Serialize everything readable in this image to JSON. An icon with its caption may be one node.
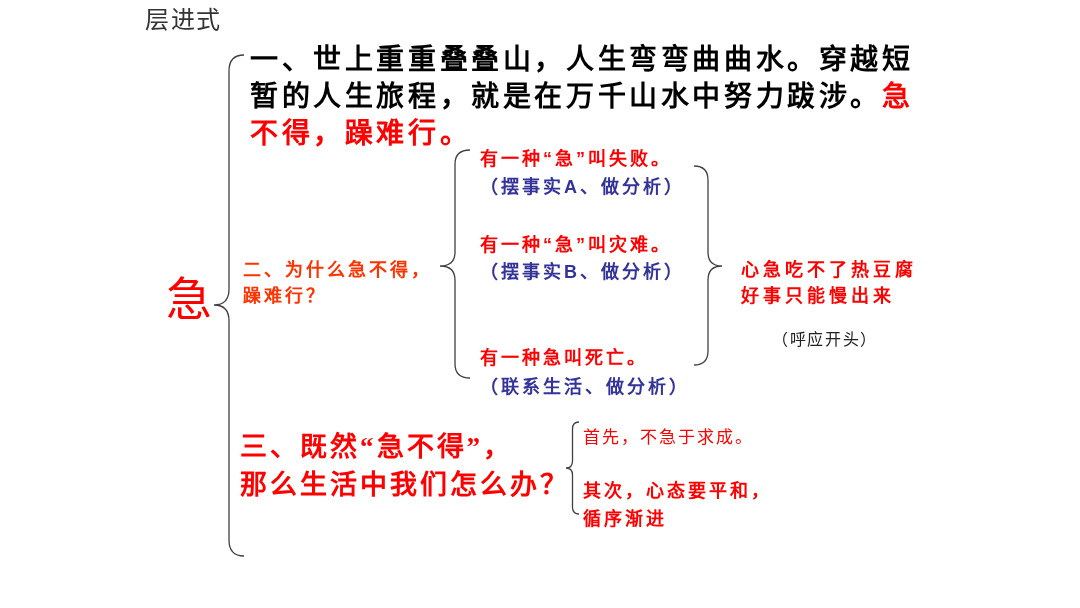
{
  "diagram": {
    "title": "层进式",
    "labels": [
      "急",
      "一、世上重重叠叠山，人生弯弯曲曲水。穿越短暂的人生旅程，就是在万千山水中努力跋涉。**急不得，躁难行。**",
      "二、为什么急不得，躁难行？",
      "有一种“急”叫失败。",
      "（摆事实A、做分析）",
      "有一种“急”叫灾难。",
      "（摆事实B、做分析）",
      "有一种急叫死亡。",
      "（联系生活、做分析）",
      "心急吃不了热豆腐好事只能慢出来",
      "（呼应开头）",
      "三、既然“急不得”，那么生活中我们怎么办？",
      "首先，不急于求成。",
      "其次，心态要平和，循序渐进"
    ]
  }
}
